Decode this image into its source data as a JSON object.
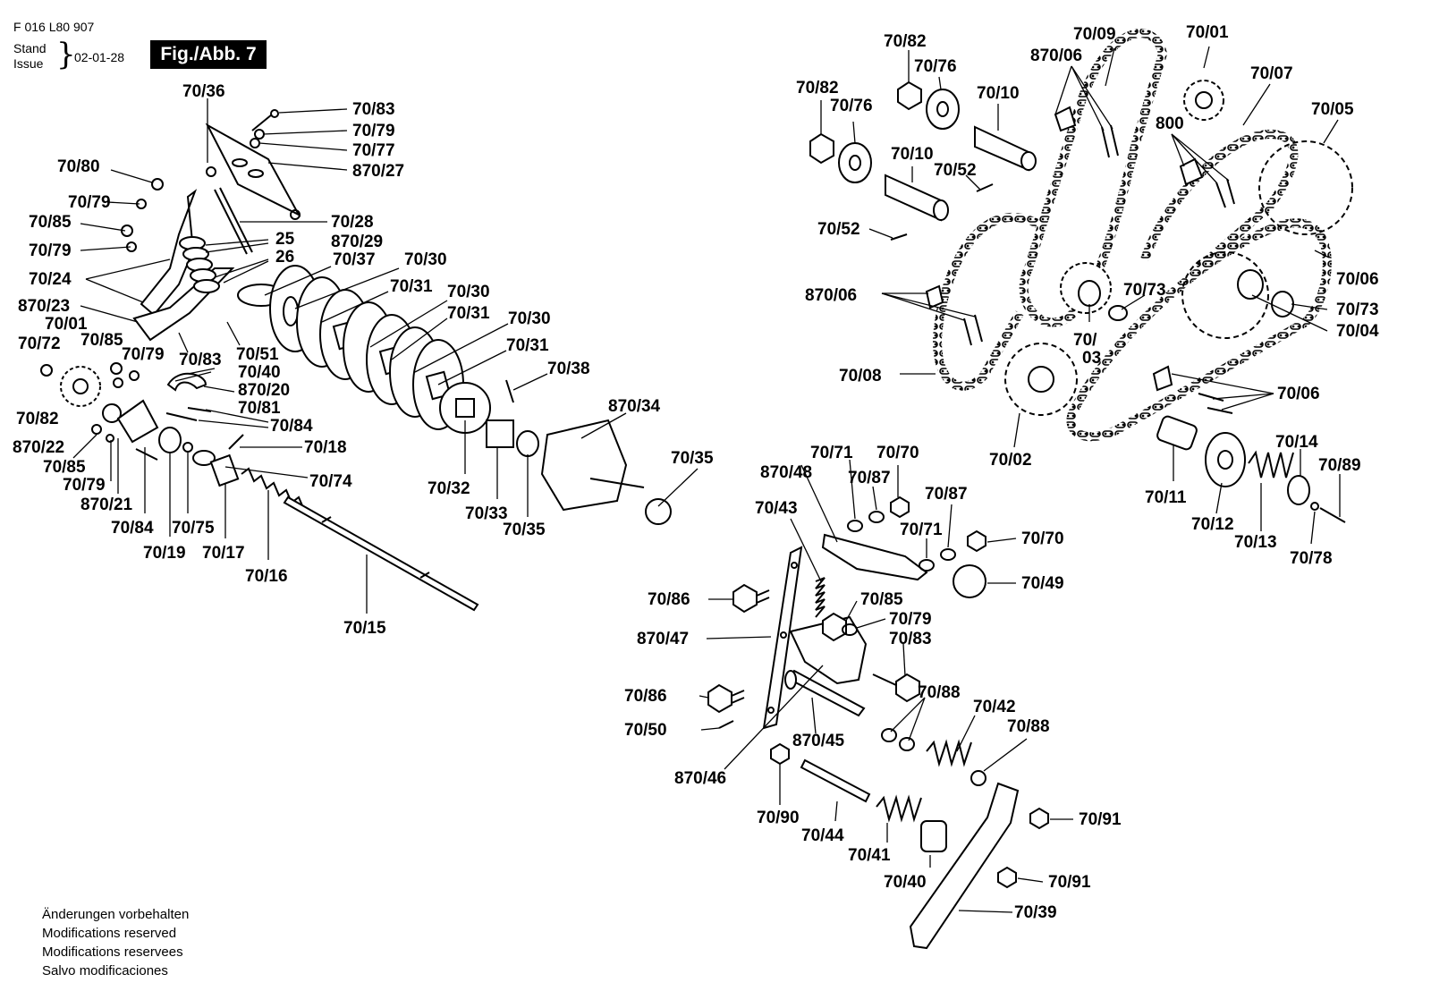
{
  "header": {
    "doc_number": "F 016 L80 907",
    "stand_label": "Stand",
    "issue_label": "Issue",
    "date": "02-01-28",
    "figure_label": "Fig./Abb. 7"
  },
  "notes": [
    "Änderungen vorbehalten",
    "Modifications reserved",
    "Modifications reservees",
    "Salvo modificaciones"
  ],
  "labels": {
    "l7036": "70/36",
    "l7083a": "70/83",
    "l7079a": "70/79",
    "l7077": "70/77",
    "l87027": "870/27",
    "l7080": "70/80",
    "l7079b": "70/79",
    "l7085a": "70/85",
    "l7028": "70/28",
    "l25": "25",
    "l87029": "870/29",
    "l7079c": "70/79",
    "l26": "26",
    "l7037": "70/37",
    "l7030a": "70/30",
    "l7024": "70/24",
    "l7031a": "70/31",
    "l7030b": "70/30",
    "l87023": "870/23",
    "l7031b": "70/31",
    "l7001a": "70/01",
    "l7072": "70/72",
    "l7085b": "70/85",
    "l7079d": "70/79",
    "l7051": "70/51",
    "l7030c": "70/30",
    "l7031c": "70/31",
    "l7083b": "70/83",
    "l7040a": "70/40",
    "l87020": "870/20",
    "l7038": "70/38",
    "l7082a": "70/82",
    "l7081": "70/81",
    "l7084a": "70/84",
    "l87034": "870/34",
    "l87022": "870/22",
    "l7018": "70/18",
    "l7085c": "70/85",
    "l7074": "70/74",
    "l7035a": "70/35",
    "l7079e": "70/79",
    "l87021": "870/21",
    "l7032": "70/32",
    "l7033": "70/33",
    "l7084b": "70/84",
    "l7075": "70/75",
    "l7035b": "70/35",
    "l7019": "70/19",
    "l7017": "70/17",
    "l7016": "70/16",
    "l7015": "70/15",
    "l7082b": "70/82",
    "l7009": "70/09",
    "l7001b": "70/01",
    "l87006a": "870/06",
    "l7076a": "70/76",
    "l7082c": "70/82",
    "l7007": "70/07",
    "l7010a": "70/10",
    "l7076b": "70/76",
    "l7005": "70/05",
    "l800": "800",
    "l7010b": "70/10",
    "l7052a": "70/52",
    "l7052b": "70/52",
    "l7006a": "70/06",
    "l87006b": "870/06",
    "l7073a": "70/73",
    "l7073b": "70/73",
    "l70_": "70/",
    "l03": "03",
    "l7004": "70/04",
    "l7008": "70/08",
    "l7006b": "70/06",
    "l7002": "70/02",
    "l7014": "70/14",
    "l7089": "70/89",
    "l7011": "70/11",
    "l7012": "70/12",
    "l7013": "70/13",
    "l7078": "70/78",
    "l7071a": "70/71",
    "l7070a": "70/70",
    "l87048": "870/48",
    "l7087a": "70/87",
    "l7087b": "70/87",
    "l7043": "70/43",
    "l7071b": "70/71",
    "l7070b": "70/70",
    "l7049": "70/49",
    "l7086a": "70/86",
    "l7085d": "70/85",
    "l7079f": "70/79",
    "l87047": "870/47",
    "l7083c": "70/83",
    "l7088a": "70/88",
    "l7086b": "70/86",
    "l7042": "70/42",
    "l7088b": "70/88",
    "l7050": "70/50",
    "l87045": "870/45",
    "l87046": "870/46",
    "l7090": "70/90",
    "l7091a": "70/91",
    "l7044": "70/44",
    "l7041": "70/41",
    "l7091b": "70/91",
    "l7040b": "70/40",
    "l7039": "70/39"
  }
}
